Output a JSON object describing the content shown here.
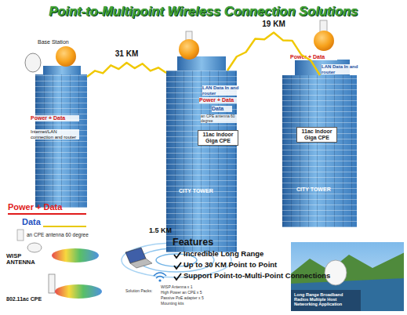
{
  "diagram": {
    "title": "Point-to-Multipoint Wireless Connection Solutions",
    "nodes": [
      {
        "text": [
          "Base Station",
          "Power + Data",
          "Internet/LAN connection and router"
        ]
      },
      {
        "text": [
          "LAN Data In and router",
          "Power + Data",
          "Data",
          "an CPE antenna 60 degree",
          "11ac Indoor Giga CPE",
          "CITY TOWER"
        ]
      },
      {
        "text": [
          "Power + Data",
          "LAN Data In and router",
          "11ac Indoor Giga CPE",
          "CITY TOWER"
        ]
      },
      {
        "text": [
          "Long Range Broadband Radios Multiple Host Networking Application"
        ]
      }
    ],
    "edges": [
      {
        "from": 0,
        "to": 1,
        "arrow": "none",
        "label": "31 KM"
      },
      {
        "from": 1,
        "to": 2,
        "arrow": "none",
        "label": "19 KM"
      }
    ],
    "labels": [
      "1.5 KM",
      "WISP ANTENNA",
      "802.11ac CPE",
      "Features",
      "Incredible Long Range",
      "Up to 30 KM Point to Point",
      "Support Point-to-Multi-Point Connections",
      "Solution Packs:",
      "WISP Antenna x 1",
      "High Power an CPE x 5",
      "Passive PoE adapter x 5",
      "Mounting kits"
    ],
    "legend": [
      {
        "text": "Power + Data"
      },
      {
        "text": "Data"
      },
      {
        "text": "an CPE antenna 60 degree"
      }
    ]
  }
}
